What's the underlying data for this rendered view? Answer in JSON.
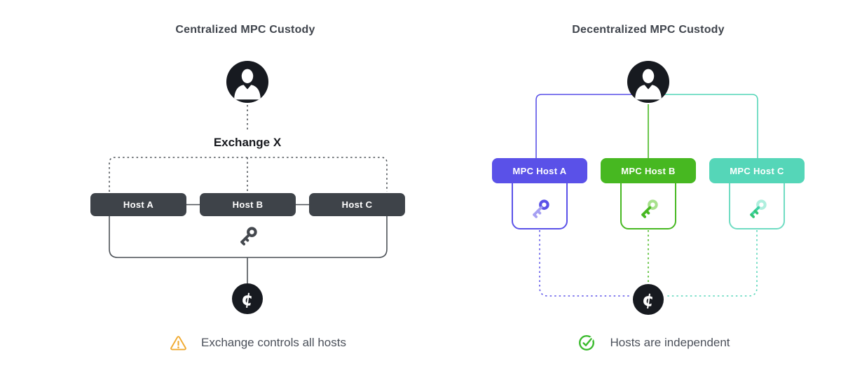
{
  "left_panel": {
    "title": "Centralized MPC Custody",
    "actor_label": "Exchange X",
    "hosts": [
      "Host A",
      "Host B",
      "Host C"
    ],
    "caption": "Exchange controls all hosts",
    "icons": [
      "person-icon",
      "key-icon",
      "crypto-coin-icon",
      "warning-triangle-icon"
    ],
    "colors": {
      "host_box_bg": "#3E4349",
      "line": "#4C5157",
      "icon_dark": "#171A20",
      "warning": "#F0A92E",
      "caption_text": "#4B505A",
      "title_text": "#40454D"
    }
  },
  "right_panel": {
    "title": "Decentralized MPC Custody",
    "hosts": [
      {
        "label": "MPC Host A",
        "color": "#5A51E8",
        "key_light": "#A6A0F2"
      },
      {
        "label": "MPC Host B",
        "color": "#47B821",
        "key_light": "#A8E18D"
      },
      {
        "label": "MPC Host C",
        "color": "#55D6B8",
        "key_light": "#AFEFDE"
      }
    ],
    "caption": "Hosts are independent",
    "icons": [
      "person-icon",
      "key-icon",
      "crypto-coin-icon",
      "check-circle-icon"
    ],
    "colors": {
      "check": "#3BBB2E",
      "icon_dark": "#171A20"
    }
  }
}
